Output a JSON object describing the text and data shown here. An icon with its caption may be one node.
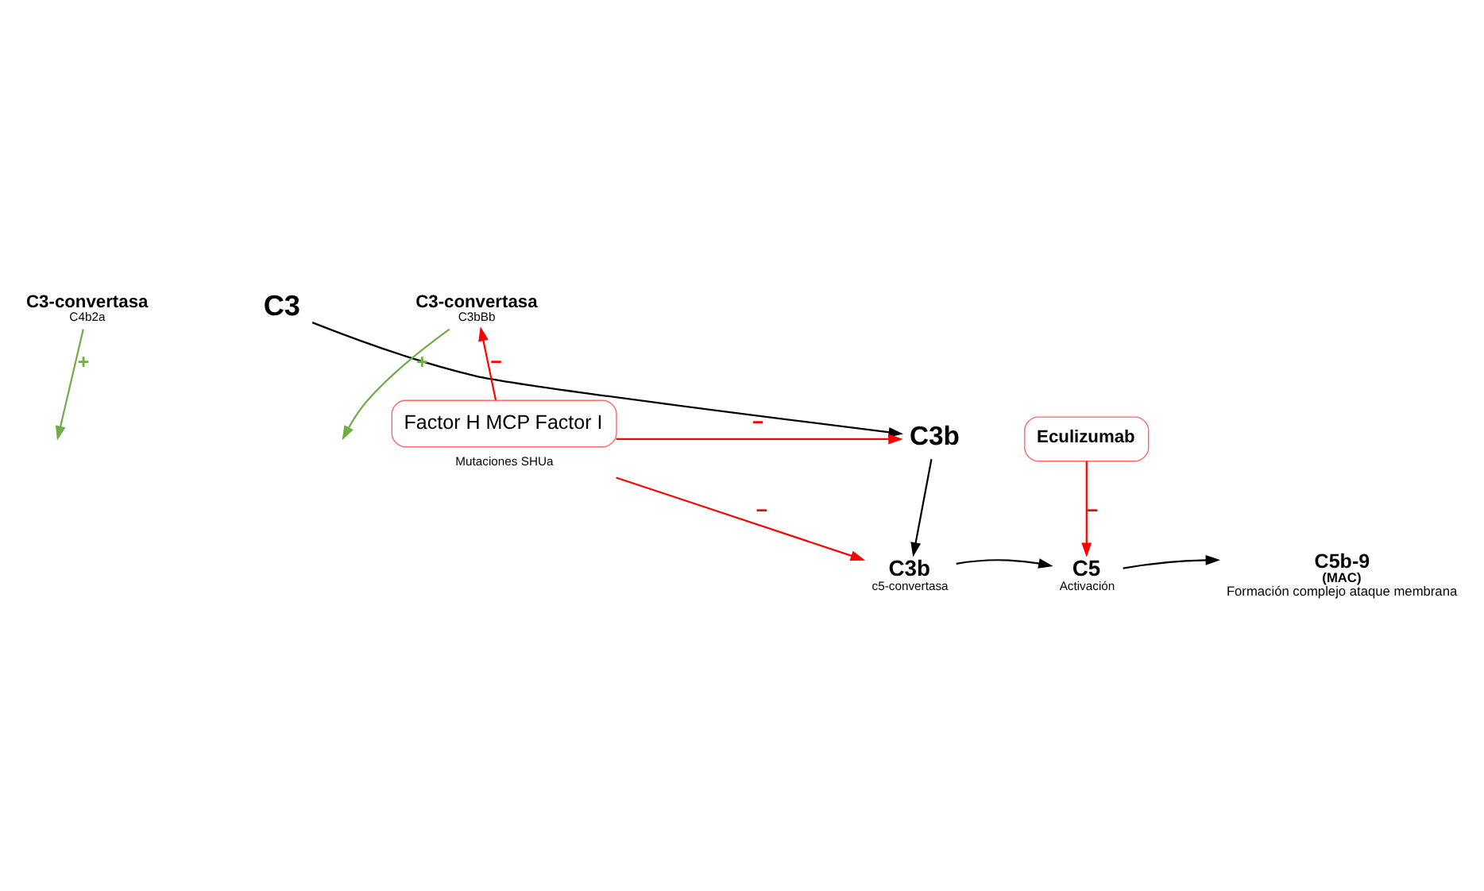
{
  "diagram": {
    "nodes": [
      {
        "text": [
          "C3-convertasa",
          "C4b2a"
        ]
      },
      {
        "text": [
          "C3"
        ]
      },
      {
        "text": [
          "C3-convertasa",
          "C3bBb"
        ]
      },
      {
        "text": [
          "C3b"
        ]
      },
      {
        "text": [
          "Eculizumab"
        ]
      },
      {
        "text": [
          "Factor H MCP Factor I"
        ],
        "beside": [
          "Mutaciones SHUa"
        ]
      },
      {
        "text": [
          "C5b-9",
          "(MAC)",
          "Formación complejo ataque membrana"
        ]
      },
      {
        "text": [
          "C5"
        ],
        "beside": [
          "Activación"
        ]
      },
      {
        "text": [
          "C3b"
        ],
        "beside": [
          "c5-convertasa"
        ]
      }
    ],
    "edges": [
      {
        "from": 0,
        "to": null,
        "arrow": "to",
        "label": "+",
        "color": "#70ad47"
      },
      {
        "from": 2,
        "to": null,
        "arrow": "to",
        "label": "+",
        "color": "#70ad47"
      },
      {
        "from": 1,
        "to": 3,
        "arrow": "to"
      },
      {
        "from": 3,
        "to": 8,
        "arrow": "to"
      },
      {
        "from": 8,
        "to": 7,
        "arrow": "to"
      },
      {
        "from": 7,
        "to": 6,
        "arrow": "to"
      },
      {
        "from": 5,
        "to": 2,
        "arrow": "to",
        "label": "−",
        "color": "#ff0000"
      },
      {
        "from": 5,
        "to": 3,
        "arrow": "to",
        "label": "−",
        "color": "#ff0000"
      },
      {
        "from": 5,
        "to": 8,
        "arrow": "to",
        "label": "−",
        "color": "#ff0000"
      },
      {
        "from": 4,
        "to": 7,
        "arrow": "to",
        "label": "−",
        "color": "#ff0000"
      }
    ]
  }
}
